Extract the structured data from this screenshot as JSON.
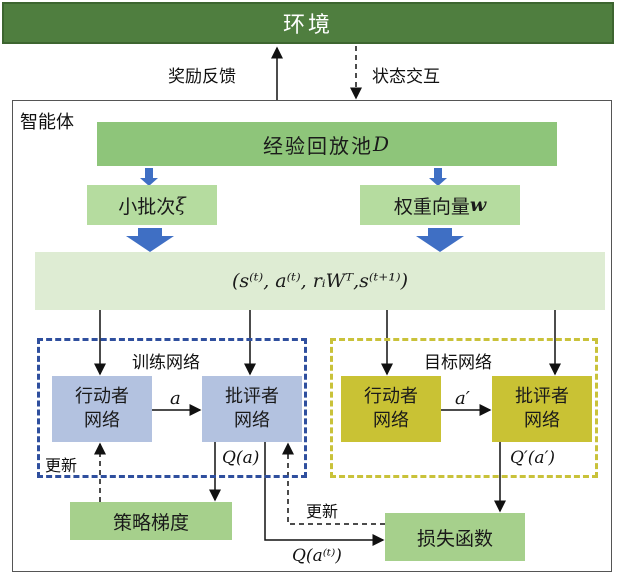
{
  "environment": {
    "label": "环境"
  },
  "feedback": {
    "reward": "奖励反馈",
    "state": "状态交互"
  },
  "agent": {
    "label": "智能体"
  },
  "replay_pool": {
    "label": "经验回放池",
    "symbol": "D"
  },
  "minibatch": {
    "label": "小批次",
    "symbol": "ξ"
  },
  "weight_vector": {
    "label": "权重向量",
    "symbol": "w"
  },
  "tuple": {
    "text": "(s⁽ᵗ⁾, a⁽ᵗ⁾, rᵢWᵀ,s⁽ᵗ⁺¹⁾)"
  },
  "train_net": {
    "title": "训练网络",
    "actor_line1": "行动者",
    "actor_line2": "网络",
    "critic_line1": "批评者",
    "critic_line2": "网络",
    "edge_label": "a",
    "q_label": "Q(a)",
    "update_label": "更新"
  },
  "target_net": {
    "title": "目标网络",
    "actor_line1": "行动者",
    "actor_line2": "网络",
    "critic_line1": "批评者",
    "critic_line2": "网络",
    "edge_label": "a′",
    "q_label": "Q′(a′)"
  },
  "policy_gradient": {
    "label": "策略梯度"
  },
  "loss_function": {
    "label": "损失函数"
  },
  "update_label": "更新",
  "q_at_label": "Q(a⁽ᵗ⁾)",
  "colors": {
    "env": "#4f7e3f",
    "pool": "#8ec57a",
    "train_frame": "#2f4f9e",
    "target_frame": "#c9c23a",
    "train_box": "#b3c2e0",
    "target_box": "#c9c234",
    "arrow_blue": "#3f6fc4"
  }
}
